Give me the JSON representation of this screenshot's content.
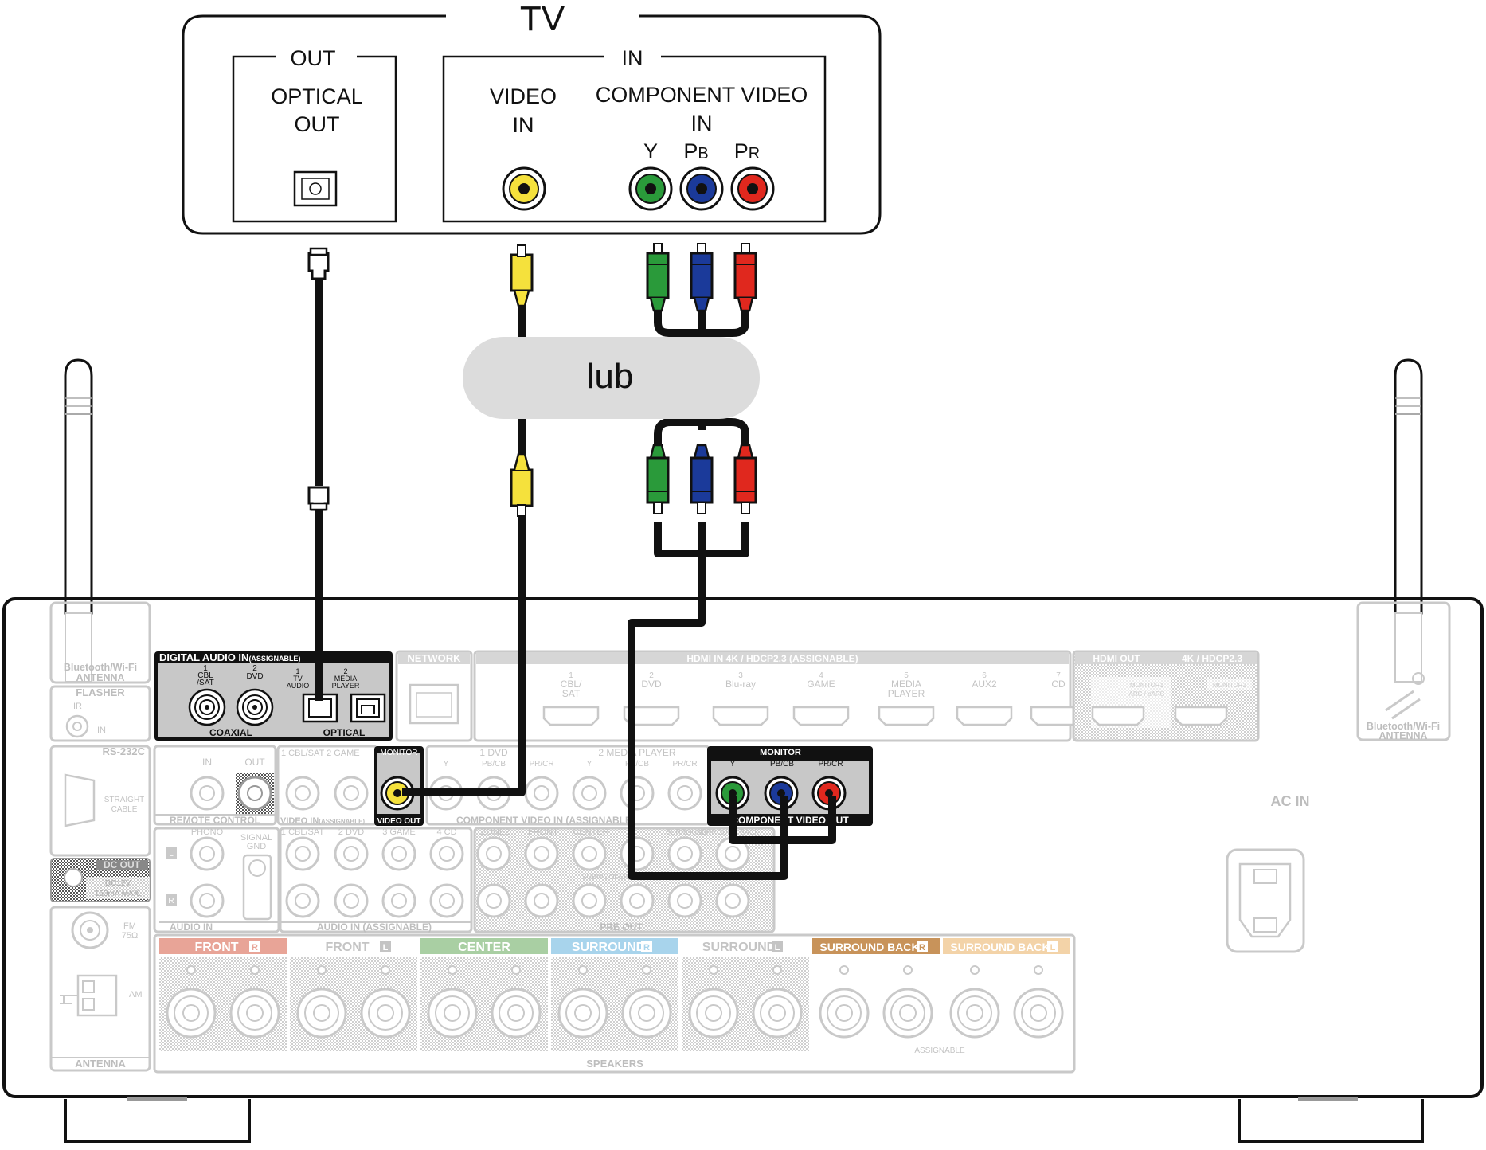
{
  "tv": {
    "title": "TV",
    "out_label": "OUT",
    "in_label": "IN",
    "optical_out": [
      "OPTICAL",
      "OUT"
    ],
    "video_in": [
      "VIDEO",
      "IN"
    ],
    "component_video_in": [
      "COMPONENT VIDEO",
      "IN"
    ],
    "component_channels": {
      "y": "Y",
      "pb": "P",
      "pb_sub": "B",
      "pr": "P",
      "pr_sub": "R"
    }
  },
  "overlay_label": "lub",
  "receiver": {
    "left_antenna": [
      "Bluetooth/Wi-Fi",
      "ANTENNA"
    ],
    "right_antenna": [
      "Bluetooth/Wi-Fi",
      "ANTENNA"
    ],
    "flasher": {
      "title": "FLASHER",
      "ir": "IR",
      "in": "IN"
    },
    "rs232c": {
      "title": "RS-232C",
      "cable": [
        "STRAIGHT",
        "CABLE"
      ]
    },
    "dc_out": {
      "title": "DC OUT",
      "spec": [
        "DC12V",
        "150mA MAX."
      ]
    },
    "antenna": {
      "fm": [
        "FM",
        "75Ω"
      ],
      "am": "AM",
      "title": "ANTENNA"
    },
    "digital_audio_in": {
      "title": "DIGITAL AUDIO IN",
      "title_sub": "(ASSIGNABLE)",
      "coaxial_1": [
        "1",
        "CBL",
        "/SAT"
      ],
      "coaxial_2": [
        "2",
        "DVD"
      ],
      "optical_1": [
        "1",
        "TV",
        "AUDIO"
      ],
      "optical_2": [
        "2",
        "MEDIA",
        "PLAYER"
      ],
      "coaxial": "COAXIAL",
      "optical": "OPTICAL"
    },
    "network": "NETWORK",
    "hdmi_in": {
      "title": "HDMI IN 4K / HDCP2.3 (ASSIGNABLE)",
      "ports": [
        [
          "1",
          "CBL/",
          "SAT"
        ],
        [
          "2",
          "DVD"
        ],
        [
          "3",
          "Blu-ray"
        ],
        [
          "4",
          "GAME"
        ],
        [
          "5",
          "MEDIA",
          "PLAYER"
        ],
        [
          "6",
          "AUX2"
        ],
        [
          "7",
          "CD"
        ]
      ]
    },
    "hdmi_out": {
      "title": "HDMI OUT",
      "sub": "4K / HDCP2.3",
      "monitor1": [
        "MONITOR1",
        "ARC / eARC"
      ],
      "monitor2": "MONITOR2"
    },
    "remote_control": {
      "title": "REMOTE CONTROL",
      "in": "IN",
      "out": "OUT"
    },
    "video_in": {
      "title": "VIDEO IN",
      "title_sub": "(ASSIGNABLE)",
      "inputs": "1 CBL/SAT  2 GAME"
    },
    "video_out": {
      "monitor": "MONITOR",
      "title": "VIDEO OUT"
    },
    "component_in": {
      "title": "COMPONENT VIDEO IN (ASSIGNABLE)",
      "group1": "1 DVD",
      "group2": "2 MEDIA PLAYER",
      "ch": [
        "Y",
        "PB/CB",
        "PR/CR"
      ]
    },
    "component_out": {
      "monitor": "MONITOR",
      "ch": [
        "Y",
        "PB/CB",
        "PR/CR"
      ],
      "title": "COMPONENT VIDEO OUT"
    },
    "audio_in": {
      "phono": "PHONO",
      "signal_gnd": [
        "SIGNAL",
        "GND"
      ],
      "title": "AUDIO IN",
      "l": "L",
      "r": "R"
    },
    "audio_in_assignable": {
      "inputs": [
        "1 CBL/SAT",
        "2 DVD",
        "3 GAME",
        "4 CD"
      ],
      "title": "AUDIO IN (ASSIGNABLE)"
    },
    "pre_out": {
      "title": "PRE OUT",
      "labels": [
        "ZONE2",
        "FRONT",
        "CENTER",
        "SURROUND",
        "SURROUND BACK",
        "SUBWOOFER"
      ]
    },
    "speakers": {
      "title": "SPEAKERS",
      "assignable": "ASSIGNABLE",
      "groups": [
        {
          "label": "FRONT",
          "side": "R",
          "color": "#e8a497"
        },
        {
          "label": "FRONT",
          "side": "L",
          "color": "#ffffff"
        },
        {
          "label": "CENTER",
          "side": "",
          "color": "#a9cfa3"
        },
        {
          "label": "SURROUND",
          "side": "R",
          "color": "#a8d4ec"
        },
        {
          "label": "SURROUND",
          "side": "L",
          "color": "#ffffff"
        },
        {
          "label": "SURROUND BACK",
          "side": "R",
          "color": "#c8935a"
        },
        {
          "label": "SURROUND BACK",
          "side": "L",
          "color": "#f3d3a8"
        }
      ]
    },
    "ac_in": "AC IN"
  },
  "colors": {
    "yellow": "#f5e13c",
    "green": "#2a9a3a",
    "blue": "#1b3a9a",
    "red": "#e0281e",
    "dark_panel": "#111111",
    "faint": "#c8c8c8"
  }
}
